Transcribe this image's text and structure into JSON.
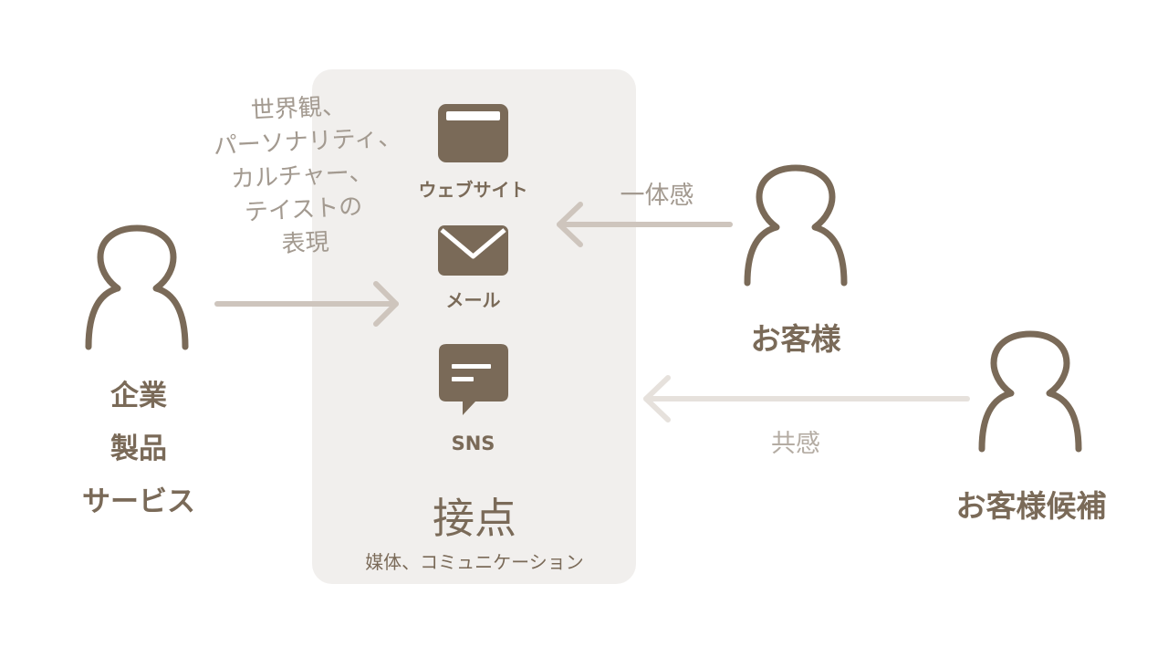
{
  "colors": {
    "primary": "#7a6a58",
    "arrow_dark": "#cec5bd",
    "arrow_light": "#e6e1dc",
    "panel_bg": "#f1efed",
    "handwriting": "#a39a90"
  },
  "company": {
    "lines": [
      "企業",
      "製品",
      "サービス"
    ],
    "icon": "person-icon"
  },
  "expression_note": {
    "lines": [
      "世界観、",
      "パーソナリティ、",
      "カルチャー、",
      "テイストの",
      "表現"
    ]
  },
  "touchpoints": {
    "items": [
      {
        "label": "ウェブサイト",
        "icon": "website-window-icon"
      },
      {
        "label": "メール",
        "icon": "mail-envelope-icon"
      },
      {
        "label": "SNS",
        "icon": "chat-bubble-icon"
      }
    ],
    "title": "接点",
    "subtitle": "媒体、コミュニケーション"
  },
  "customer": {
    "label": "お客様",
    "icon": "person-icon"
  },
  "prospect": {
    "label": "お客様候補",
    "icon": "person-icon"
  },
  "arrows": {
    "customer_label": "一体感",
    "prospect_label": "共感"
  }
}
